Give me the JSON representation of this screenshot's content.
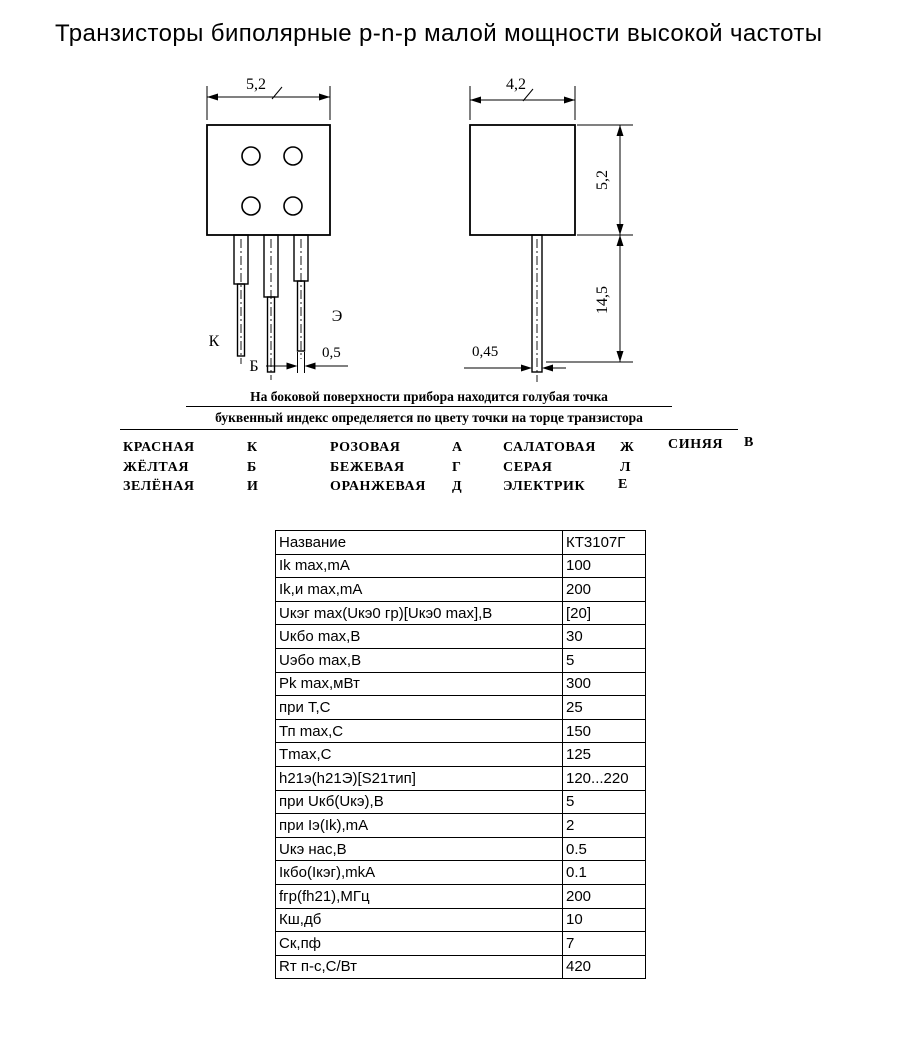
{
  "title": "Транзисторы биполярные p-n-p малой мощности высокой частоты",
  "front_view": {
    "dim_body_width": "5,2",
    "dim_lead_width": "0,5",
    "pin_collector": "К",
    "pin_base": "Б",
    "pin_emitter": "Э"
  },
  "side_view": {
    "dim_body_depth": "4,2",
    "dim_body_height": "5,2",
    "dim_lead_length": "14,5",
    "dim_lead_thickness": "0,45"
  },
  "note_line1": "На боковой поверхности прибора находится голубая точка",
  "note_line2": "буквенный индекс определяется по цвету точки на торце транзистора",
  "color_codes": [
    {
      "color": "КРАСНАЯ",
      "letter": "К"
    },
    {
      "color": "ЖЁЛТАЯ",
      "letter": "Б"
    },
    {
      "color": "ЗЕЛЁНАЯ",
      "letter": "И"
    },
    {
      "color": "РОЗОВАЯ",
      "letter": "А"
    },
    {
      "color": "БЕЖЕВАЯ",
      "letter": "Г"
    },
    {
      "color": "ОРАНЖЕВАЯ",
      "letter": "Д"
    },
    {
      "color": "САЛАТОВАЯ",
      "letter": "Ж"
    },
    {
      "color": "СЕРАЯ",
      "letter": "Л"
    },
    {
      "color": "ЭЛЕКТРИК",
      "letter": "Е"
    },
    {
      "color": "СИНЯЯ",
      "letter": "В"
    }
  ],
  "spec_table": {
    "rows": [
      {
        "param": "Название",
        "value": "КТ3107Г"
      },
      {
        "param": "Ik max,mA",
        "value": "100"
      },
      {
        "param": "Ik,и max,mA",
        "value": "200"
      },
      {
        "param": "Uкэг max(Uкэ0 гр)[Uкэ0 max],В",
        "value": "[20]"
      },
      {
        "param": "Uкбо max,В",
        "value": "30"
      },
      {
        "param": "Uэбо max,В",
        "value": "5"
      },
      {
        "param": "Pk max,мВт",
        "value": "300"
      },
      {
        "param": "при Т,С",
        "value": "25"
      },
      {
        "param": "Тп max,С",
        "value": "150"
      },
      {
        "param": "Тmax,С",
        "value": "125"
      },
      {
        "param": "h21э(h21Э)[S21тип]",
        "value": "120...220"
      },
      {
        "param": "при Uкб(Uкэ),В",
        "value": "5"
      },
      {
        "param": "при Iэ(Ik),mA",
        "value": "2"
      },
      {
        "param": "Uкэ нас,В",
        "value": "0.5"
      },
      {
        "param": "Iкбо(Iкэг),mkA",
        "value": "0.1"
      },
      {
        "param": "fгр(fh21),МГц",
        "value": "200"
      },
      {
        "param": "Кш,дб",
        "value": "10"
      },
      {
        "param": "Ск,пф",
        "value": "7"
      },
      {
        "param": "Rт п-с,С/Вт",
        "value": "420"
      }
    ]
  }
}
